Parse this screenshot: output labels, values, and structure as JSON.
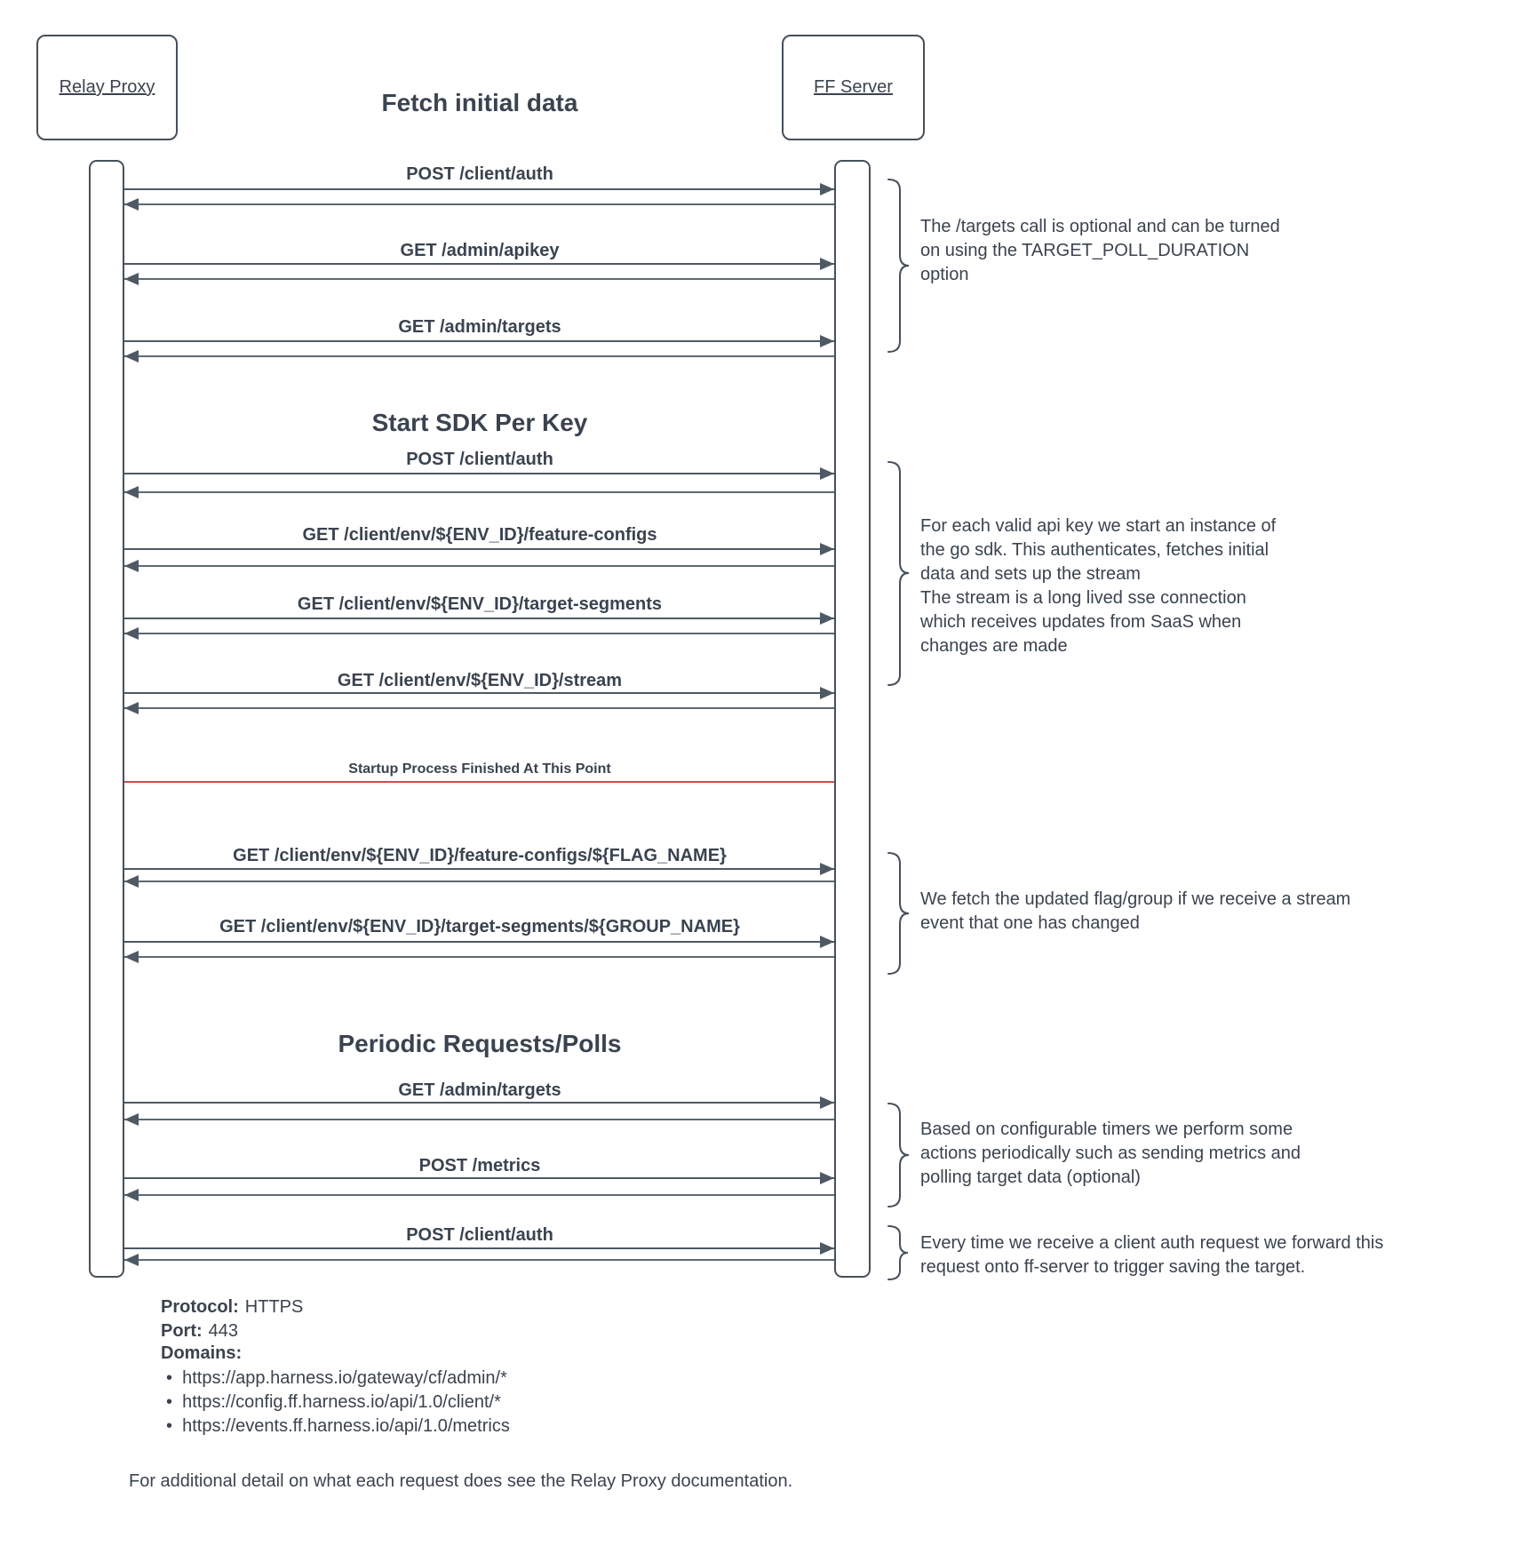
{
  "colors": {
    "ink": "#3a434f",
    "line": "#4e5963",
    "border": "#46505a",
    "divider_red": "#cb4d4a"
  },
  "actors": [
    {
      "label": "Relay Proxy"
    },
    {
      "label": "FF Server"
    }
  ],
  "sections": [
    {
      "label": "Fetch initial data"
    },
    {
      "label": "Start SDK Per Key"
    },
    {
      "label": "Periodic Requests/Polls"
    }
  ],
  "messages": [
    {
      "label": "POST /client/auth"
    },
    {
      "label": "GET /admin/apikey"
    },
    {
      "label": "GET /admin/targets"
    },
    {
      "label": "POST /client/auth"
    },
    {
      "label": "GET /client/env/${ENV_ID}/feature-configs"
    },
    {
      "label": "GET /client/env/${ENV_ID}/target-segments"
    },
    {
      "label": "GET /client/env/${ENV_ID}/stream"
    },
    {
      "label": "GET /client/env/${ENV_ID}/feature-configs/${FLAG_NAME}"
    },
    {
      "label": "GET /client/env/${ENV_ID}/target-segments/${GROUP_NAME}"
    },
    {
      "label": "GET /admin/targets"
    },
    {
      "label": "POST /metrics"
    },
    {
      "label": "POST /client/auth"
    }
  ],
  "divider": {
    "label": "Startup Process Finished At This Point"
  },
  "annotations": [
    {
      "lines": [
        "The /targets call is optional and can be turned",
        "on using the TARGET_POLL_DURATION",
        "option"
      ]
    },
    {
      "lines": [
        "For each valid api key we start an instance of",
        "the go sdk. This authenticates, fetches initial",
        "data and sets up the stream",
        "The stream is a long lived sse connection",
        "which receives updates from SaaS when",
        "changes are made"
      ]
    },
    {
      "lines": [
        "We fetch the updated flag/group if we receive a stream",
        "event that one has changed"
      ]
    },
    {
      "lines": [
        "Based on configurable timers we perform some",
        "actions periodically such as sending metrics and",
        "polling target data (optional)"
      ]
    },
    {
      "lines": [
        "Every time we receive a client auth request we forward this",
        "request onto ff-server to trigger saving the target."
      ]
    }
  ],
  "footer": {
    "protocol_label": "Protocol:",
    "protocol_value": "HTTPS",
    "port_label": "Port:",
    "port_value": "443",
    "domains_label": "Domains:",
    "domains": [
      "https://app.harness.io/gateway/cf/admin/*",
      "https://config.ff.harness.io/api/1.0/client/*",
      "https://events.ff.harness.io/api/1.0/metrics"
    ],
    "note": "For additional detail on what each request does see the Relay Proxy documentation."
  }
}
